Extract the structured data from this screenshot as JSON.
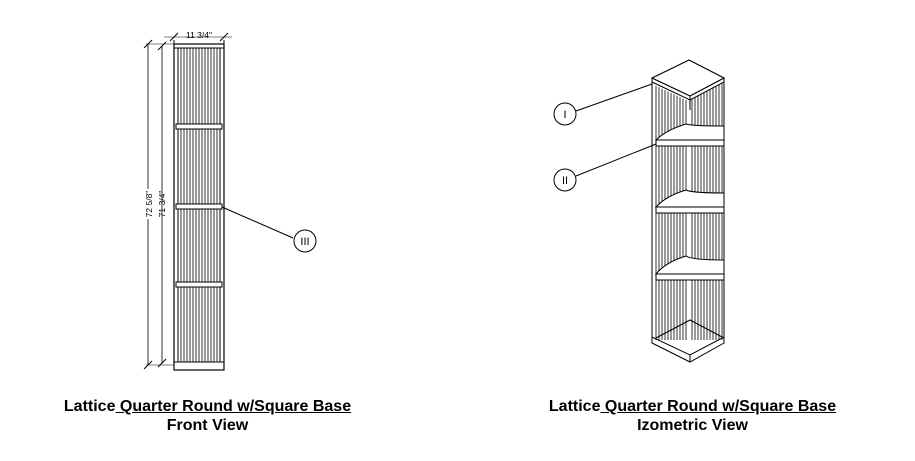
{
  "front_view": {
    "width_dim": "11 3/4\"",
    "height_outer_dim": "72 5/8\"",
    "height_inner_dim": "71 3/4\"",
    "callout": "III",
    "caption_prefix": "Lattice",
    "caption_underlined": " Quarter Round w/Square Base",
    "caption_line2": "Front View"
  },
  "iso_view": {
    "callout_1": "I",
    "callout_2": "II",
    "caption_prefix": "Lattice",
    "caption_underlined": " Quarter Round w/Square Base",
    "caption_line2": "Izometric View"
  }
}
